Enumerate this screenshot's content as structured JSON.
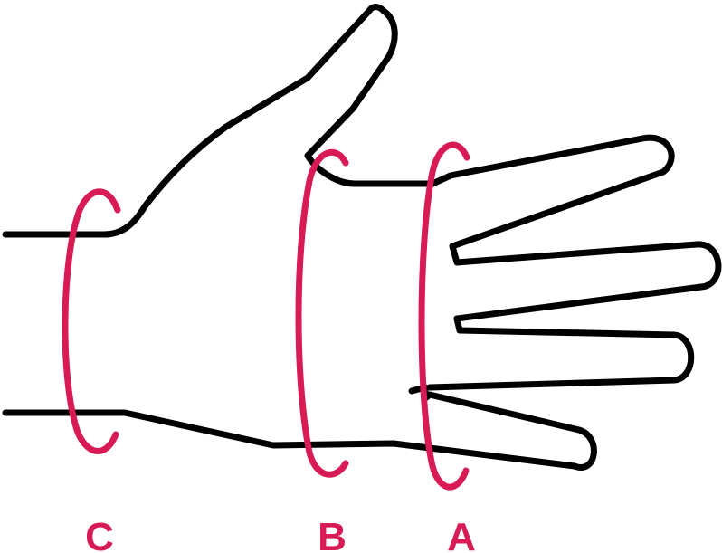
{
  "colors": {
    "outline": "#000000",
    "accent": "#d81b54"
  },
  "labels": {
    "wrist": "C",
    "palm": "B",
    "knuckles": "A"
  }
}
